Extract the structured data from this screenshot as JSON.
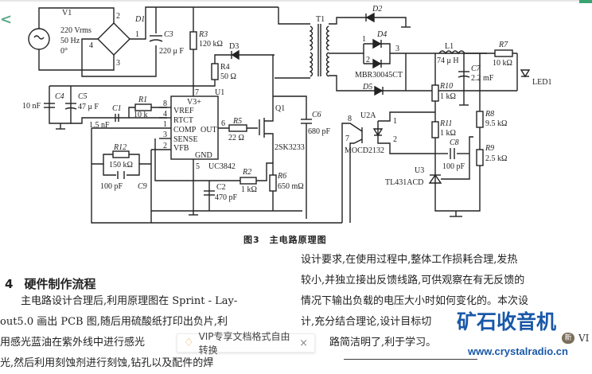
{
  "schematic": {
    "V1": "V1",
    "V1_v": "220 Vrms",
    "V1_f": "50 Hz",
    "V1_p": "0°",
    "D1": "D1",
    "pin2": "2",
    "pin1": "1",
    "pin4": "4",
    "pin3": "3",
    "C3": "C3",
    "C3_v": "220 μ F",
    "R3": "R3",
    "R3_v": "120 kΩ",
    "D3": "D3",
    "R4": "R4",
    "R4_v": "50 Ω",
    "U1": "U1",
    "u1_pin7": "7",
    "V3": "V3+",
    "VREF": "VREF",
    "RTCT": "RTCT",
    "COMP": "COMP",
    "OUT": "OUT",
    "SENSE": "SENSE",
    "VFB": "VFB",
    "GND": "GND",
    "p8": "8",
    "p4": "4",
    "p1": "1",
    "p3": "3",
    "p2": "2",
    "p6": "6",
    "p5": "5",
    "UC3842": "UC3842",
    "C4": "C4",
    "C4_v": "10 nF",
    "C5": "C5",
    "C5_v": "47 μ F",
    "C1": "C1",
    "C1_v": "1.5 nF",
    "R1": "R1",
    "R1_v": "10 k",
    "R5": "R5",
    "R5_v": "22 Ω",
    "R12": "R12",
    "R12_v": "150 kΩ",
    "C9_v": "100 pF",
    "C9": "C9",
    "C2": "C2",
    "C2_v": "470 pF",
    "R2": "R2",
    "R2_v": "1 kΩ",
    "R6": "R6",
    "R6_v": "650 mΩ",
    "Q1": "Q1",
    "Q1_v": "2SK3233",
    "C6": "C6",
    "C6_v": "680 pF",
    "T1": "T1",
    "D2": "D2",
    "D4": "D4",
    "d4p1": "1",
    "d4p2": "2",
    "d4p3": "3",
    "MBR": "MBR30045CT",
    "D5": "D5",
    "L1": "L1",
    "L1_v": "74 μ H",
    "C7": "C7",
    "C7_v": "2.2 mF",
    "R7": "R7",
    "R7_v": "10 kΩ",
    "LED1": "LED1",
    "R10": "R10",
    "R10_v": "1 kΩ",
    "R11": "R11",
    "R11_v": "1 kΩ",
    "R8": "R8",
    "R8_v": "9.5 kΩ",
    "R9": "R9",
    "R9_v": "2.5 kΩ",
    "C8": "C8",
    "C8_v": "100 pF",
    "U2A": "U2A",
    "u2p8": "8",
    "u2p7": "7",
    "u2p1": "1",
    "u2p2": "2",
    "MOC": "MOCD2132",
    "U3": "U3",
    "TL431": "TL431ACD"
  },
  "caption": "图3　主电路原理图",
  "heading": {
    "number": "4",
    "title": "硬件制作流程"
  },
  "left_paragraph": [
    "主电路设计合理后,利用原理图在 Sprint - Lay-",
    "out5.0 画出 PCB 图,随后用硫酸纸打印出负片,利",
    "用感光蓝油在紫外线中进行感光",
    "光,然后利用刻蚀剂进行刻蚀,钻孔以及配件的焊"
  ],
  "right_paragraph": [
    "设计要求,在使用过程中,整体工作损耗合理,发热",
    "较小,并独立接出反馈线路,可供观察在有无反馈的",
    "情况下输出负载的电压大小时如何变化的。本次设",
    "计,充分结合理论,设计目标切",
    "路简洁明了,利于学习。"
  ],
  "vip_banner": {
    "label": "VIP专享文档格式自由转换",
    "close": "×"
  },
  "watermark": {
    "logo": "矿石收音机",
    "url": "www.crystalradio.cn"
  },
  "badge_new": "新",
  "vi_text": "VI"
}
